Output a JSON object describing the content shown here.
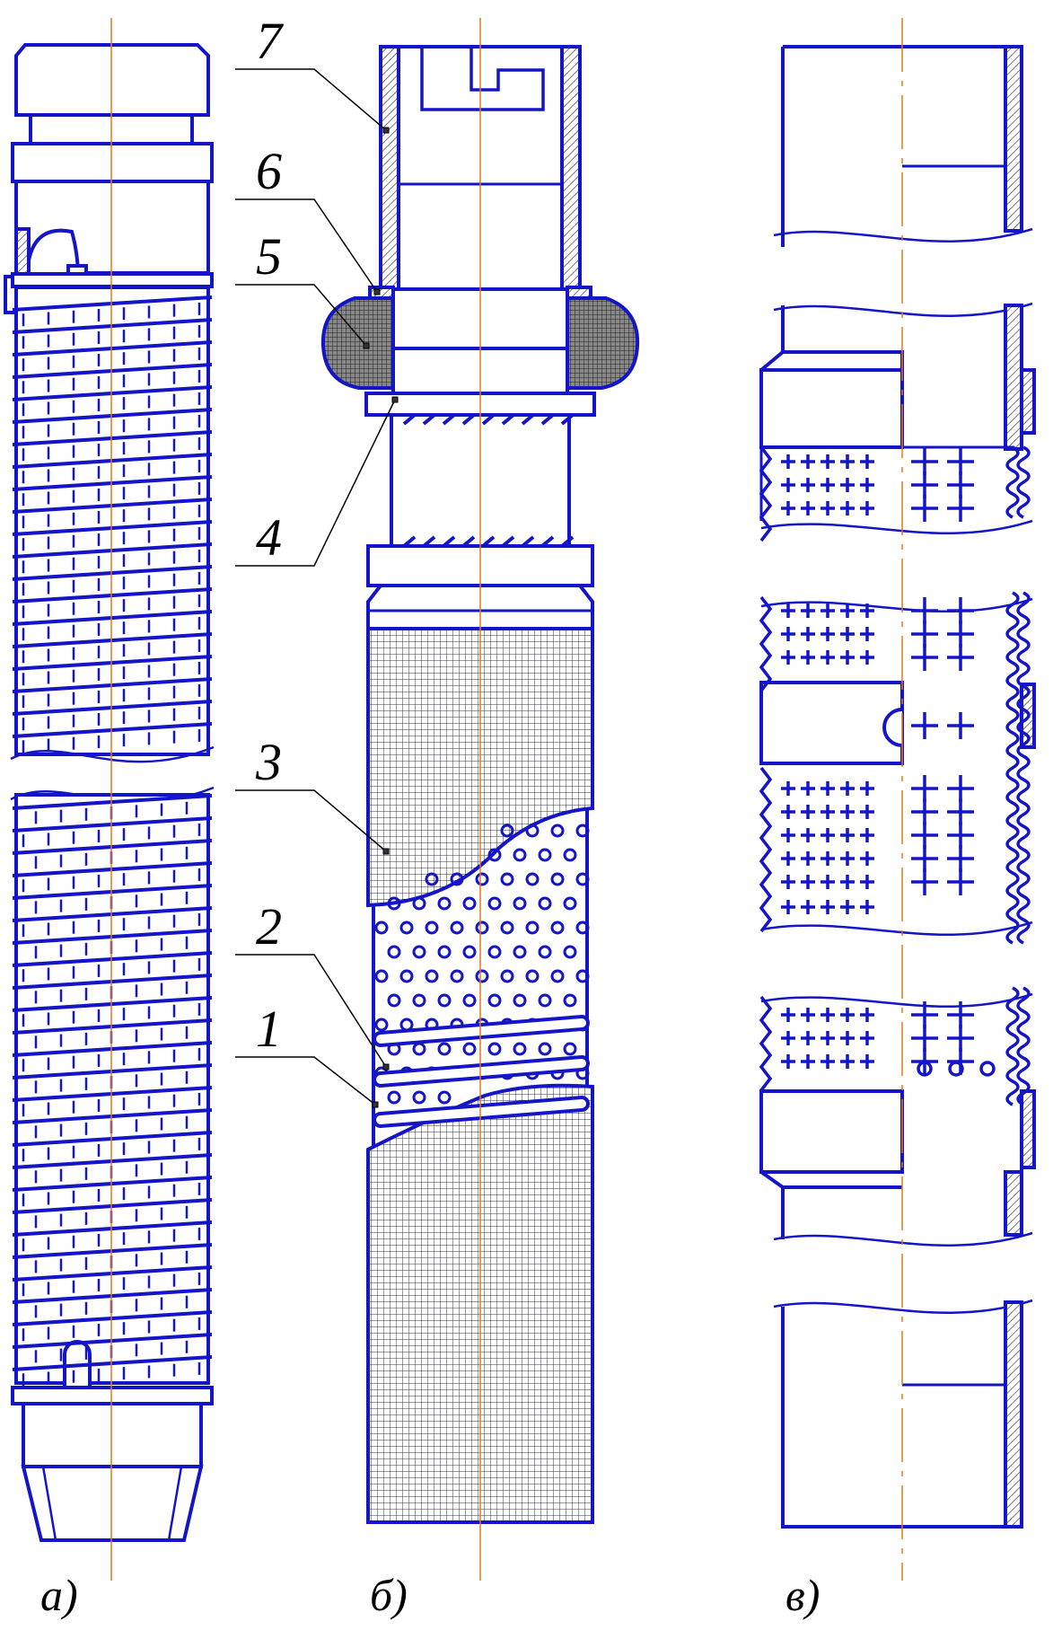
{
  "colors": {
    "line": "#1414c8",
    "axis": "#e07a1c",
    "leader": "#000000",
    "mesh": "#333344",
    "hatch": "#444444"
  },
  "labels": {
    "n1": "1",
    "n2": "2",
    "n3": "3",
    "n4": "4",
    "n5": "5",
    "n6": "6",
    "n7": "7"
  },
  "captions": {
    "a": "а)",
    "b": "б)",
    "v": "в)"
  }
}
